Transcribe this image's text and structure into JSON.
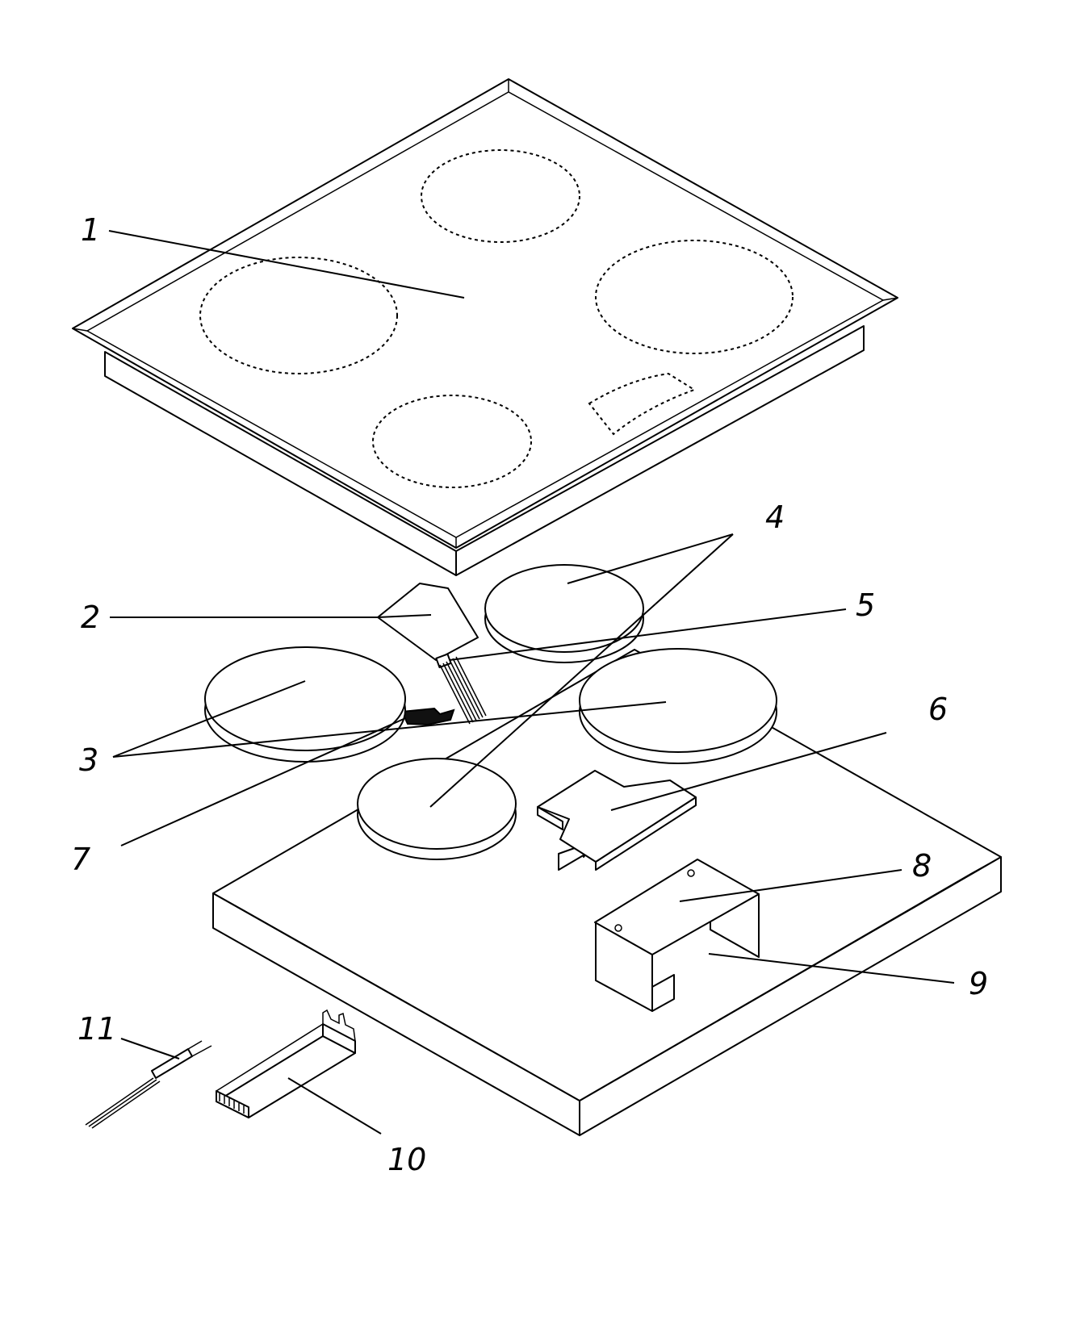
{
  "figure": {
    "type": "exploded-view patent drawing",
    "line_color": "#000000",
    "background_color": "#ffffff",
    "reference_numerals": {
      "n1": "1",
      "n2": "2",
      "n3": "3",
      "n4": "4",
      "n5": "5",
      "n6": "6",
      "n7": "7",
      "n8": "8",
      "n9": "9",
      "n10": "10",
      "n11": "11"
    }
  }
}
